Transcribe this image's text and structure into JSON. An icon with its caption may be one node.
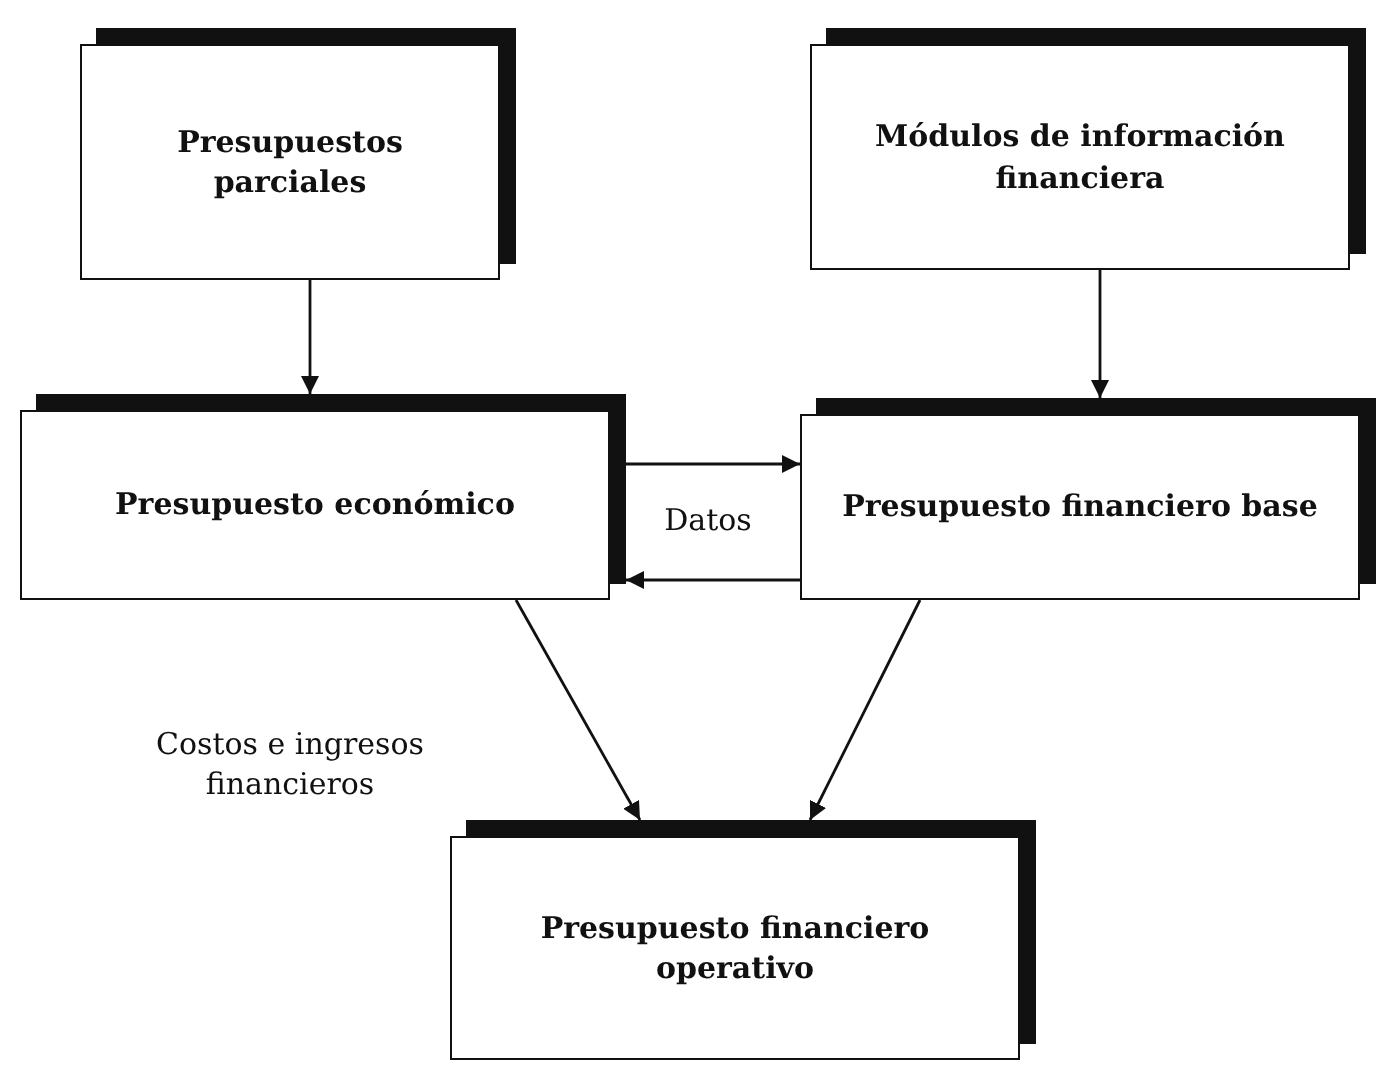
{
  "diagram": {
    "nodes": [
      {
        "text": [
          "Presupuestos parciales"
        ]
      },
      {
        "text": [
          "Módulos de información financiera"
        ]
      },
      {
        "text": [
          "Presupuesto económico"
        ]
      },
      {
        "text": [
          "Presupuesto financiero base"
        ]
      },
      {
        "text": [
          "Presupuesto financiero operativo"
        ]
      }
    ],
    "edges": [
      {
        "from": 0,
        "to": 2,
        "arrow": "to"
      },
      {
        "from": 1,
        "to": 3,
        "arrow": "to"
      },
      {
        "from": 2,
        "to": 3,
        "arrow": "to",
        "label": "Datos"
      },
      {
        "from": 3,
        "to": 2,
        "arrow": "to"
      },
      {
        "from": 2,
        "to": 4,
        "arrow": "to",
        "label": "Costos e ingresos financieros"
      },
      {
        "from": 3,
        "to": 4,
        "arrow": "to"
      }
    ]
  }
}
